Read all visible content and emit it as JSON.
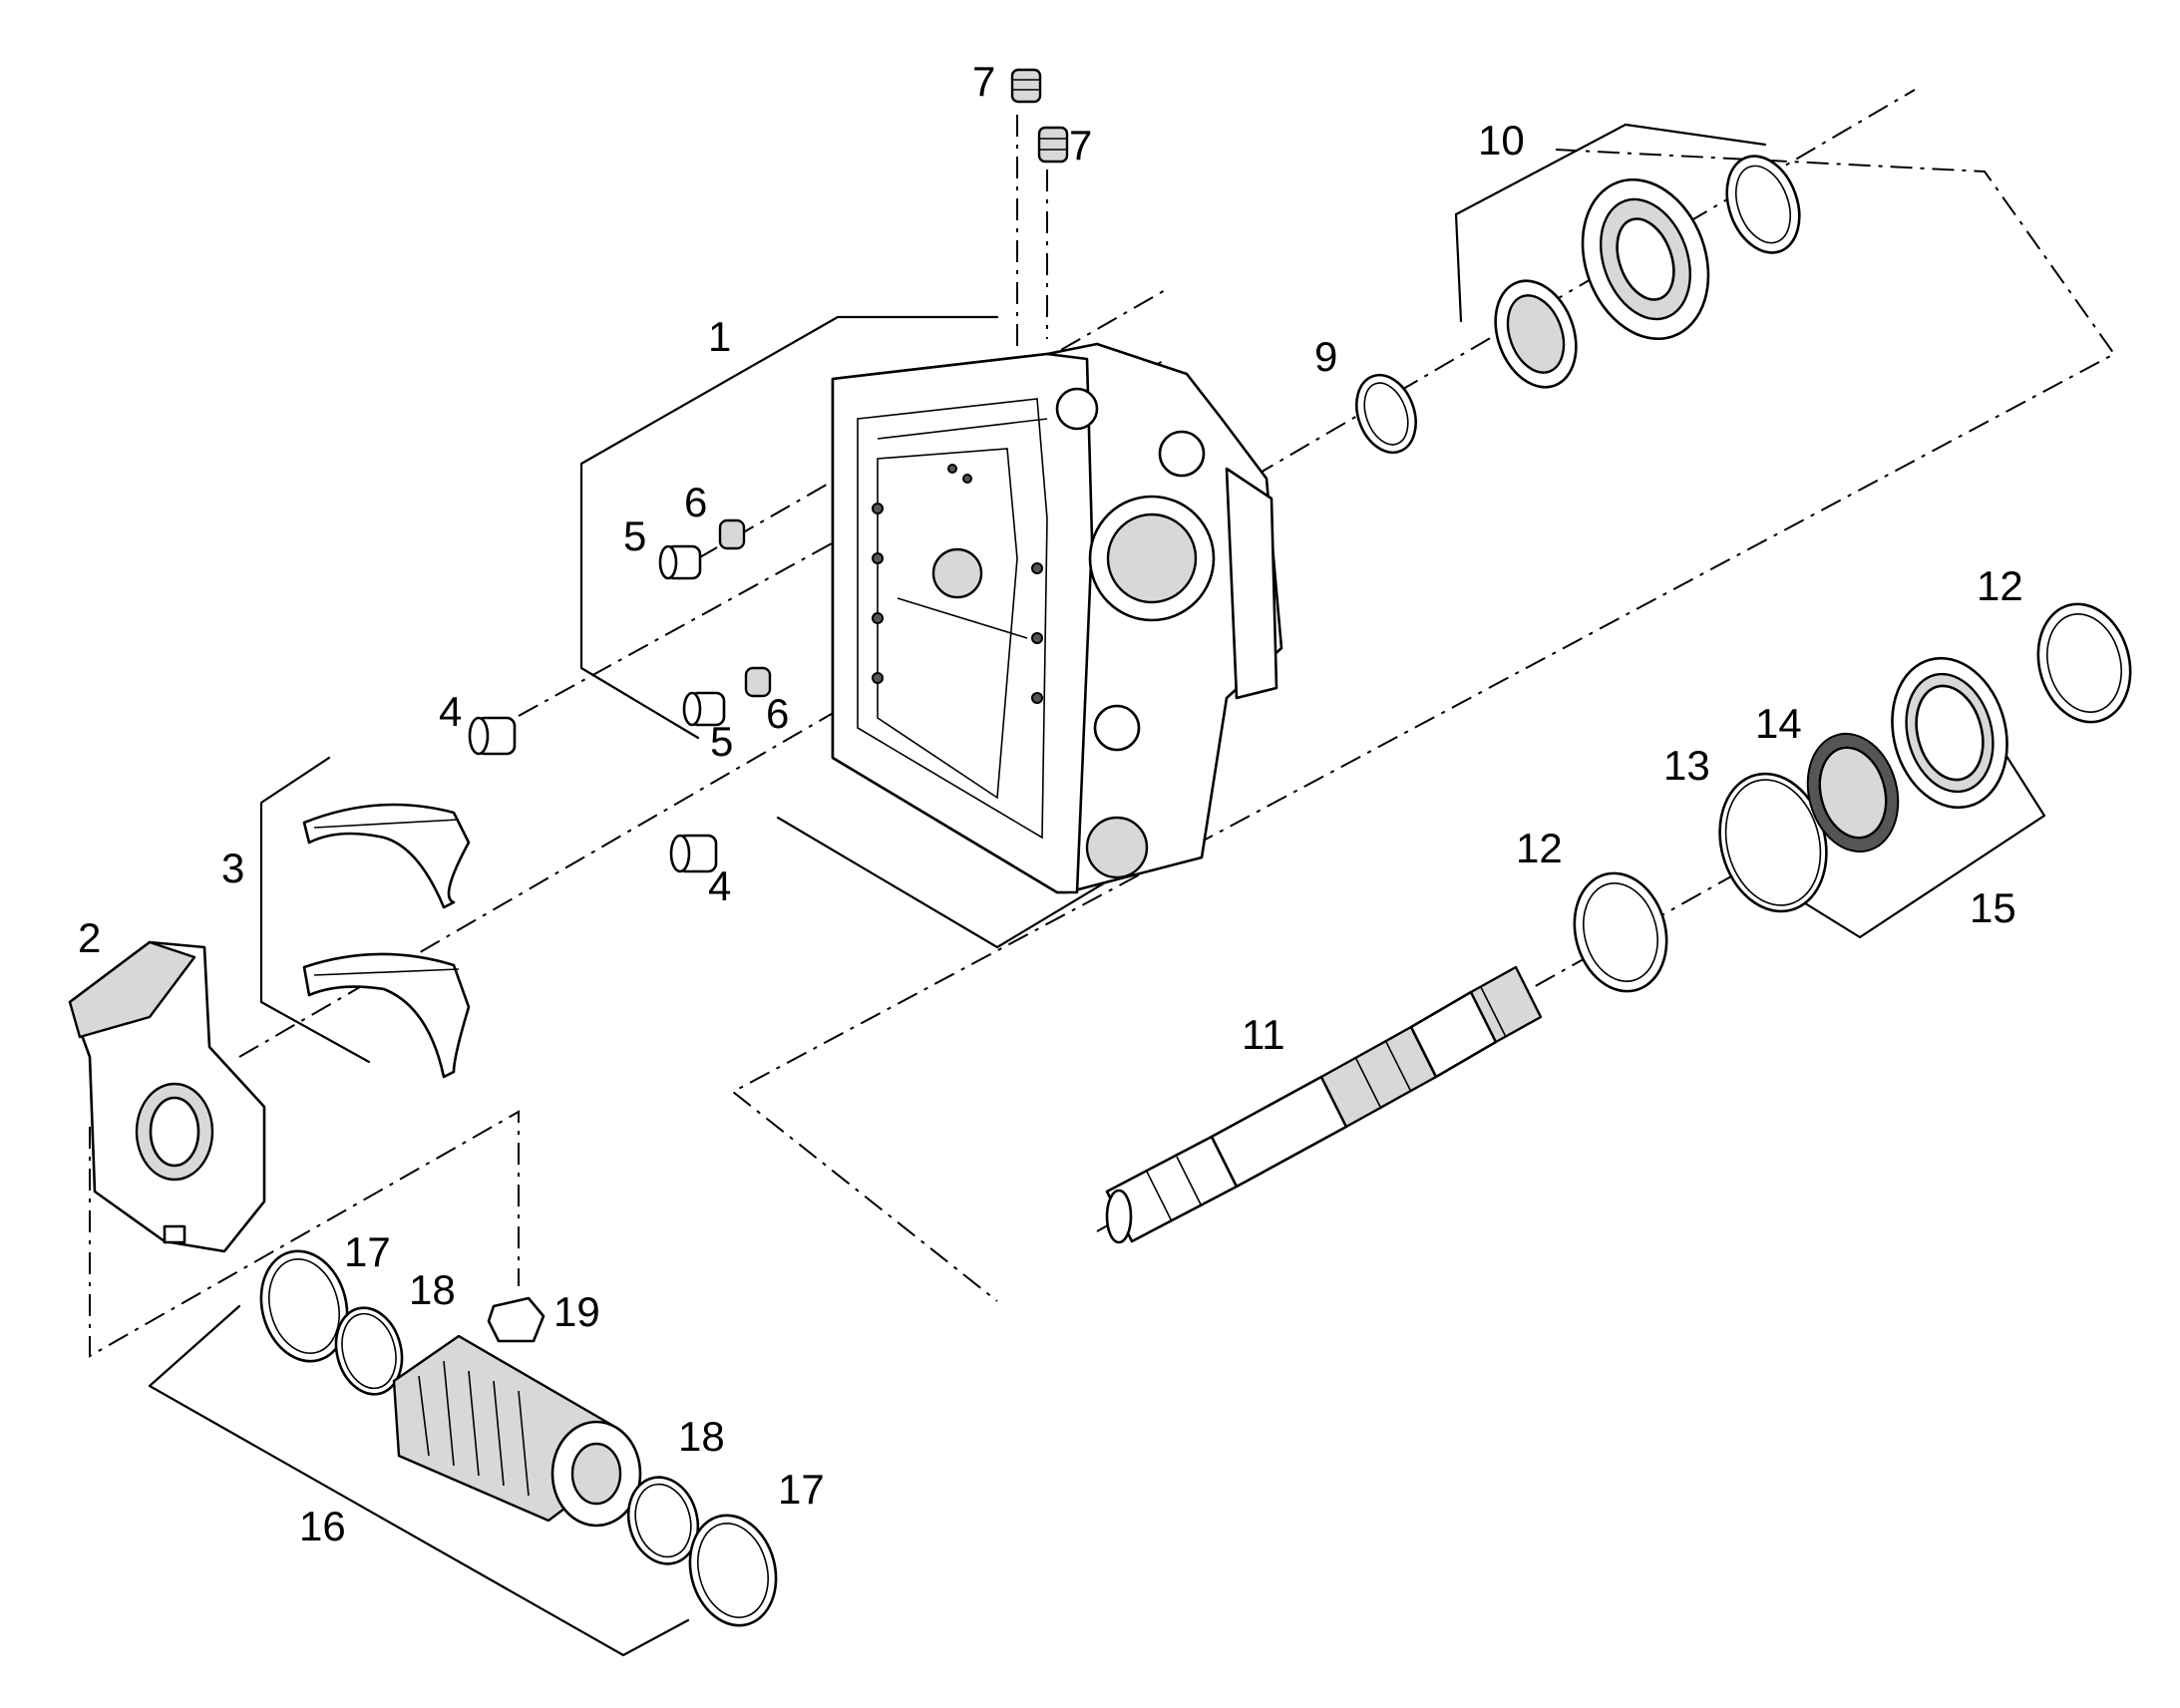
{
  "callouts": [
    {
      "id": "c1",
      "text": "1"
    },
    {
      "id": "c2",
      "text": "2"
    },
    {
      "id": "c3",
      "text": "3"
    },
    {
      "id": "c4a",
      "text": "4"
    },
    {
      "id": "c4b",
      "text": "4"
    },
    {
      "id": "c5a",
      "text": "5"
    },
    {
      "id": "c5b",
      "text": "5"
    },
    {
      "id": "c6a",
      "text": "6"
    },
    {
      "id": "c6b",
      "text": "6"
    },
    {
      "id": "c7a",
      "text": "7"
    },
    {
      "id": "c7b",
      "text": "7"
    },
    {
      "id": "c9",
      "text": "9"
    },
    {
      "id": "c10",
      "text": "10"
    },
    {
      "id": "c11",
      "text": "11"
    },
    {
      "id": "c12a",
      "text": "12"
    },
    {
      "id": "c12b",
      "text": "12"
    },
    {
      "id": "c13",
      "text": "13"
    },
    {
      "id": "c14",
      "text": "14"
    },
    {
      "id": "c15",
      "text": "15"
    },
    {
      "id": "c16",
      "text": "16"
    },
    {
      "id": "c17a",
      "text": "17"
    },
    {
      "id": "c17b",
      "text": "17"
    },
    {
      "id": "c18a",
      "text": "18"
    },
    {
      "id": "c18b",
      "text": "18"
    },
    {
      "id": "c19",
      "text": "19"
    }
  ]
}
